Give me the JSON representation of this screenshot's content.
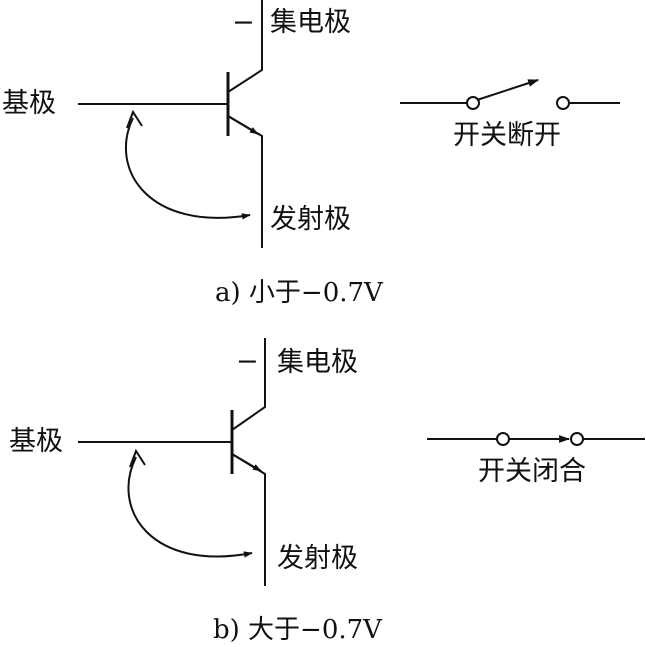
{
  "colors": {
    "ink": "#111111",
    "background": "#ffffff"
  },
  "panel_a": {
    "collector_sign": "−",
    "collector_label": "集电极",
    "base_label": "基极",
    "emitter_label": "发射极",
    "switch_label": "开关断开",
    "caption": "a) 小于−0.7V"
  },
  "panel_b": {
    "collector_sign": "−",
    "collector_label": "集电极",
    "base_label": "基极",
    "emitter_label": "发射极",
    "switch_label": "开关闭合",
    "caption": "b) 大于−0.7V"
  }
}
